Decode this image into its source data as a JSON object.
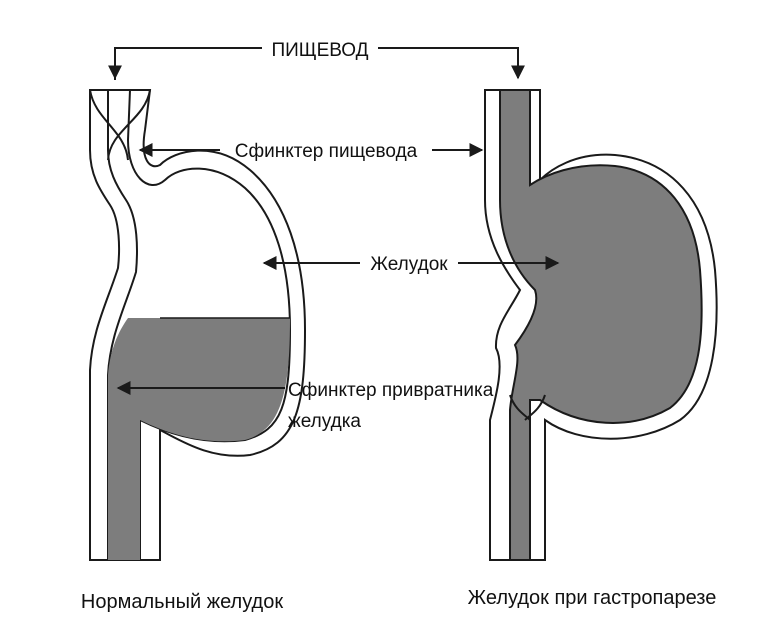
{
  "labels": {
    "esophagus": "ПИЩЕВОД",
    "esophageal_sphincter": "Сфинктер пищевода",
    "stomach": "Желудок",
    "pyloric_sphincter_line1": "Сфинктер привратника",
    "pyloric_sphincter_line2": "желудка"
  },
  "captions": {
    "normal": "Нормальный желудок",
    "gastroparesis": "Желудок при гастропарезе"
  },
  "colors": {
    "wall": "#ffffff",
    "outline": "#1a1a1a",
    "contents": "#7d7d7d",
    "arrow": "#1a1a1a"
  }
}
